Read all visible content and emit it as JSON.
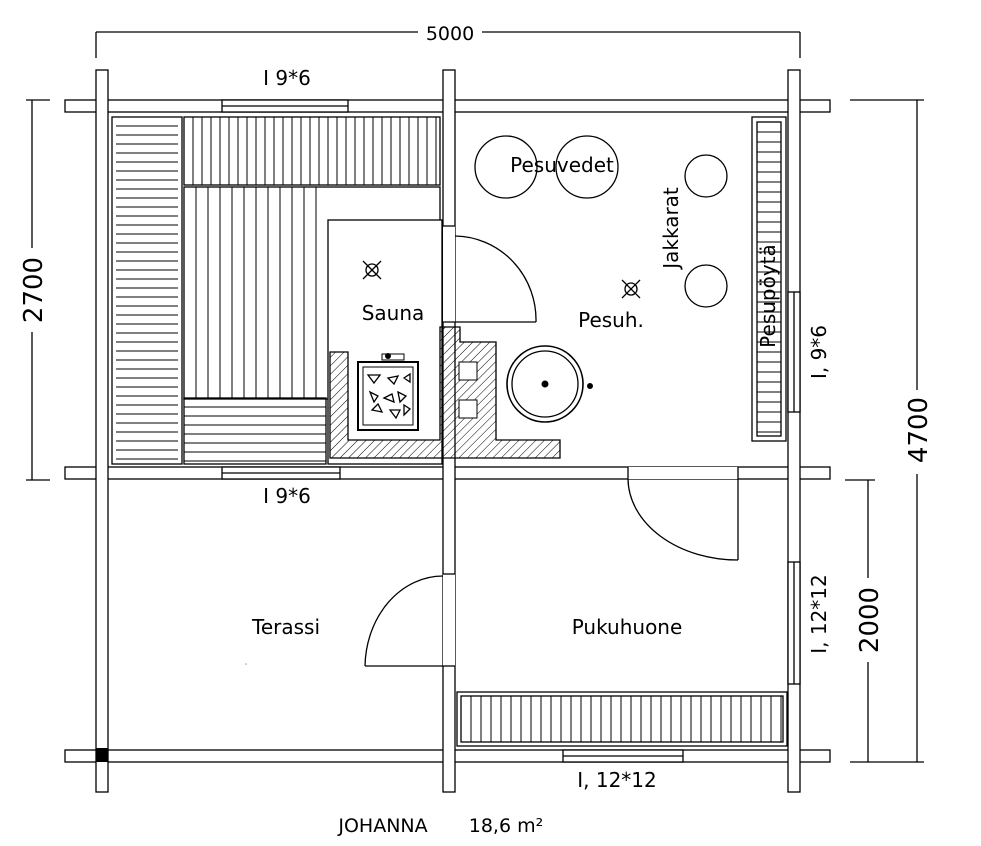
{
  "plan": {
    "title": "JOHANNA",
    "area": "18,6 m²"
  },
  "dimensions": {
    "total_width": "5000",
    "total_depth": "4700",
    "sauna_depth": "2700",
    "dressing_depth": "2000"
  },
  "rooms": {
    "sauna": "Sauna",
    "washroom": "Pesuh.",
    "terrace": "Terassi",
    "dressing": "Pukuhuone"
  },
  "fixtures": {
    "wash_water": "Pesuvedet",
    "stools": "Jakkarat",
    "wash_table": "Pesupöytä"
  },
  "windows": {
    "sauna_top": "I 9*6",
    "sauna_bottom": "I 9*6",
    "wash_right": "I, 9*6",
    "dress_right": "I, 12*12",
    "dress_bottom": "I, 12*12"
  }
}
